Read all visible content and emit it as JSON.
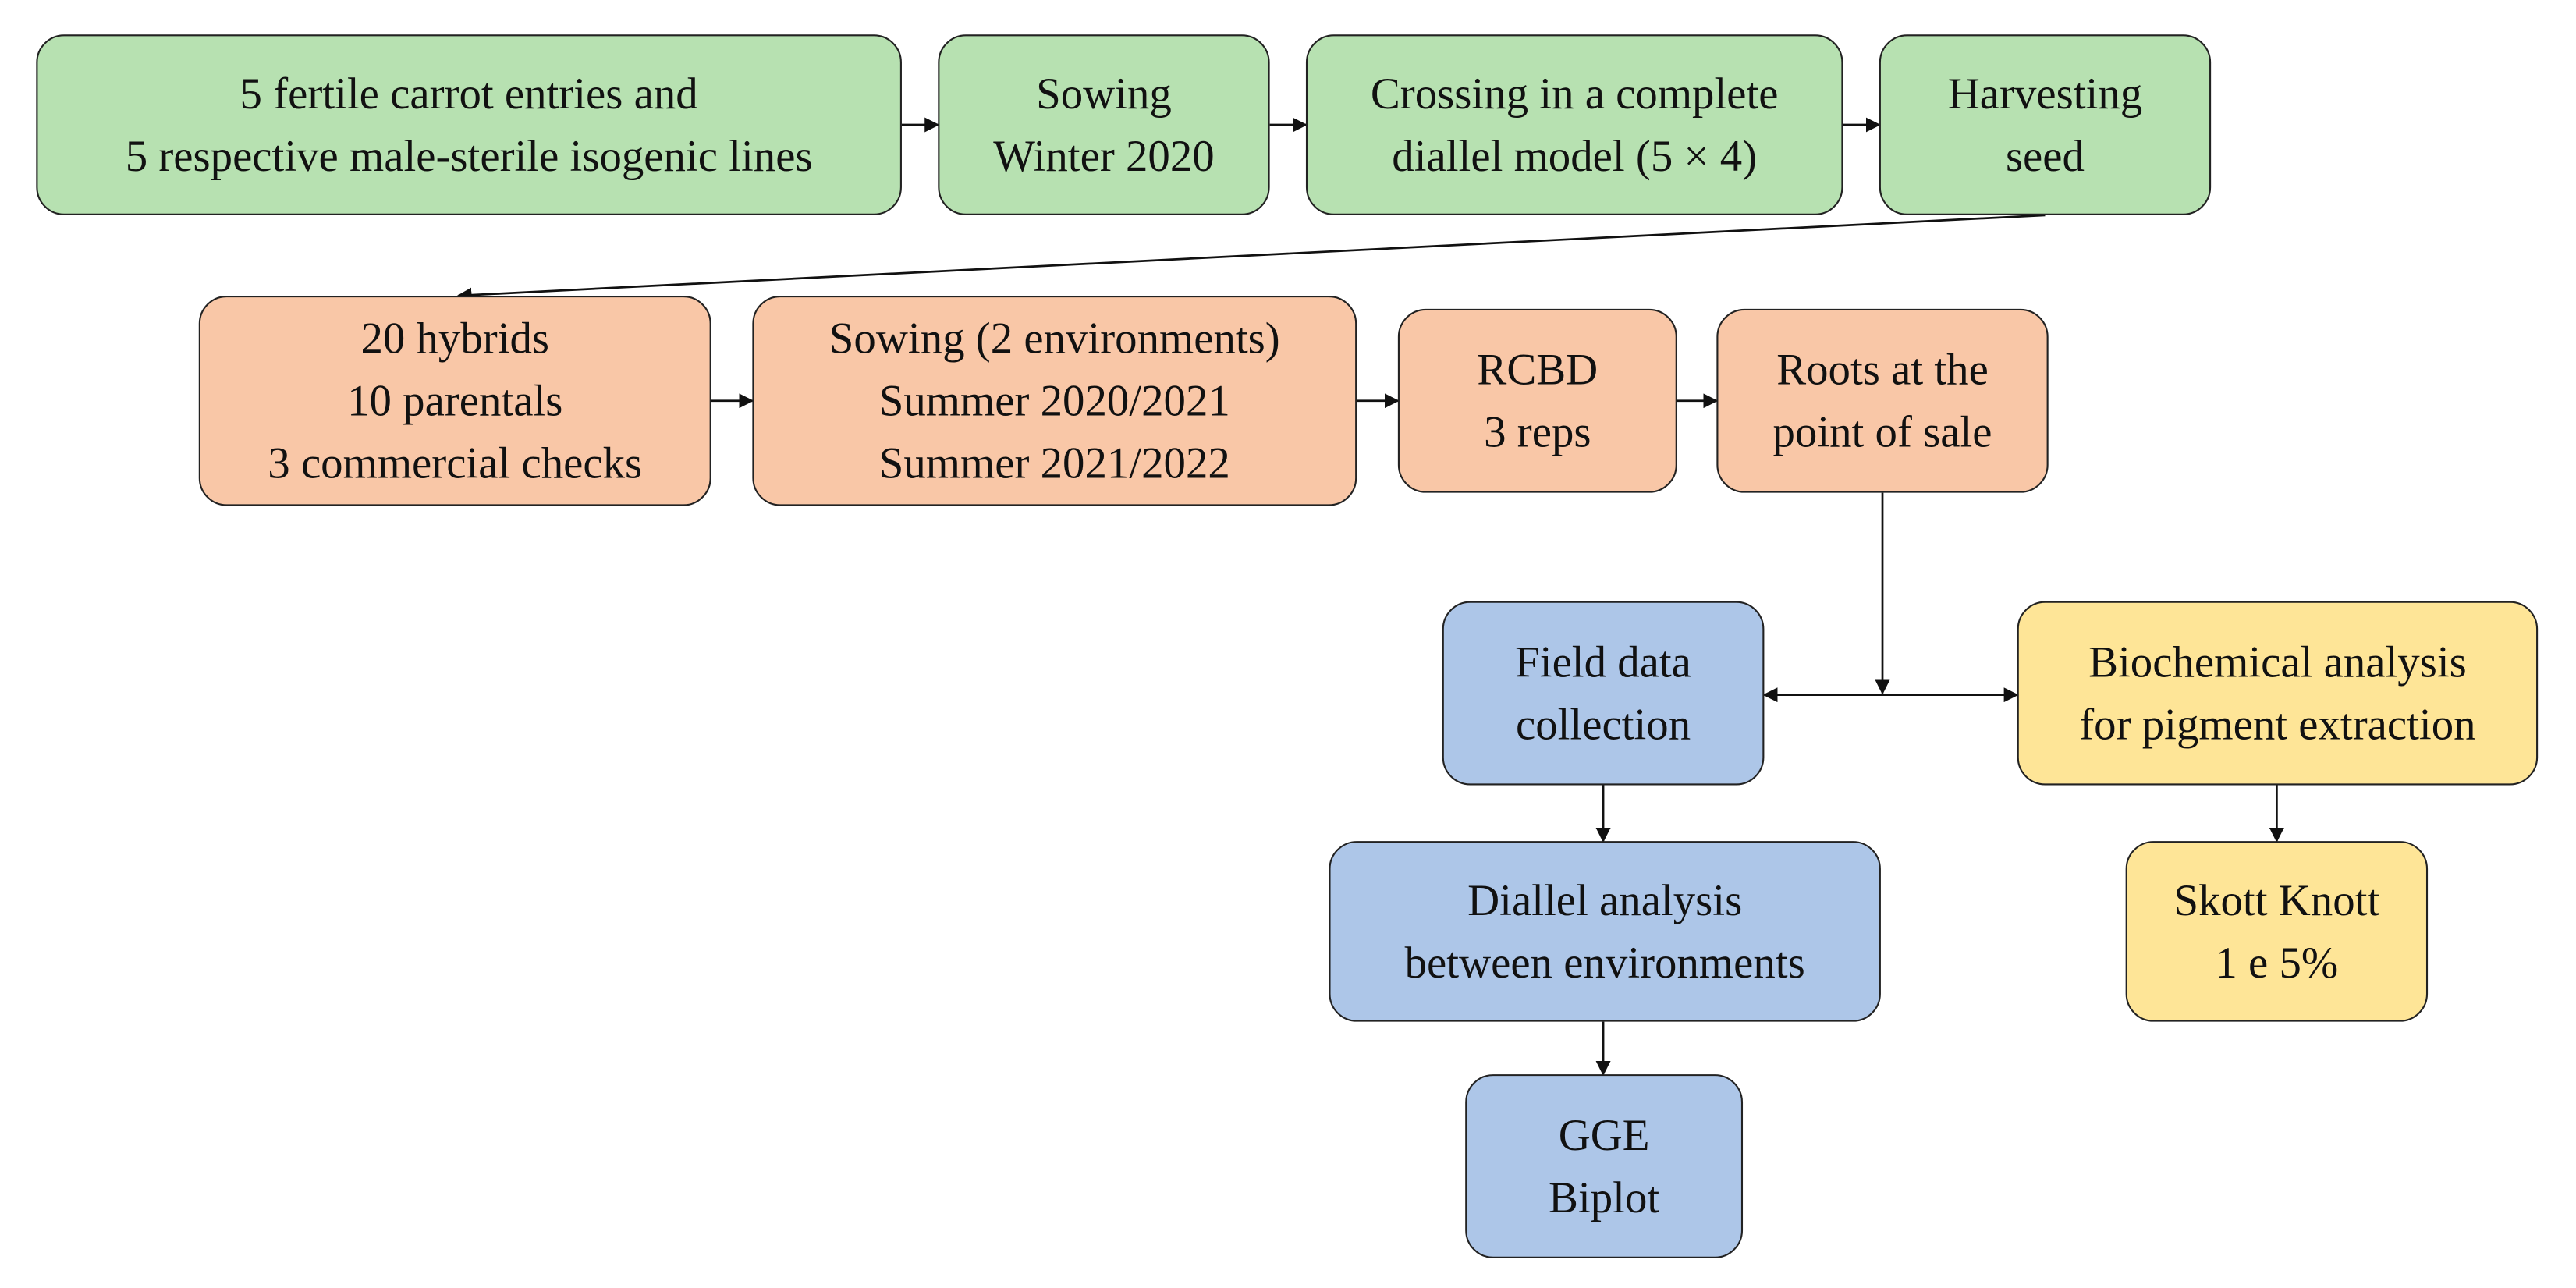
{
  "colors": {
    "green": "#b7e1b1",
    "orange": "#f9c7a7",
    "blue": "#adc6e8",
    "yellow": "#fee597",
    "stroke": "#222222"
  },
  "nodes": {
    "entries": {
      "line1": "5 fertile carrot entries and",
      "line2": "5 respective male-sterile isogenic lines"
    },
    "sowing_winter": {
      "line1": "Sowing",
      "line2": "Winter 2020"
    },
    "crossing": {
      "line1": "Crossing in a complete",
      "line2": "diallel model (5 × 4)"
    },
    "harvesting": {
      "line1": "Harvesting",
      "line2": "seed"
    },
    "hybrids": {
      "line1": "20 hybrids",
      "line2": "10 parentals",
      "line3": "3 commercial checks"
    },
    "sowing_summer": {
      "line1": "Sowing (2 environments)",
      "line2": "Summer 2020/2021",
      "line3": "Summer 2021/2022"
    },
    "rcbd": {
      "line1": "RCBD",
      "line2": "3 reps"
    },
    "roots": {
      "line1": "Roots at the",
      "line2": "point of sale"
    },
    "field_data": {
      "line1": "Field data",
      "line2": "collection"
    },
    "biochemical": {
      "line1": "Biochemical analysis",
      "line2": "for pigment extraction"
    },
    "diallel": {
      "line1": "Diallel analysis",
      "line2": "between environments"
    },
    "skott": {
      "line1": "Skott Knott",
      "line2": "1 e 5%"
    },
    "gge": {
      "line1": "GGE",
      "line2": "Biplot"
    }
  }
}
